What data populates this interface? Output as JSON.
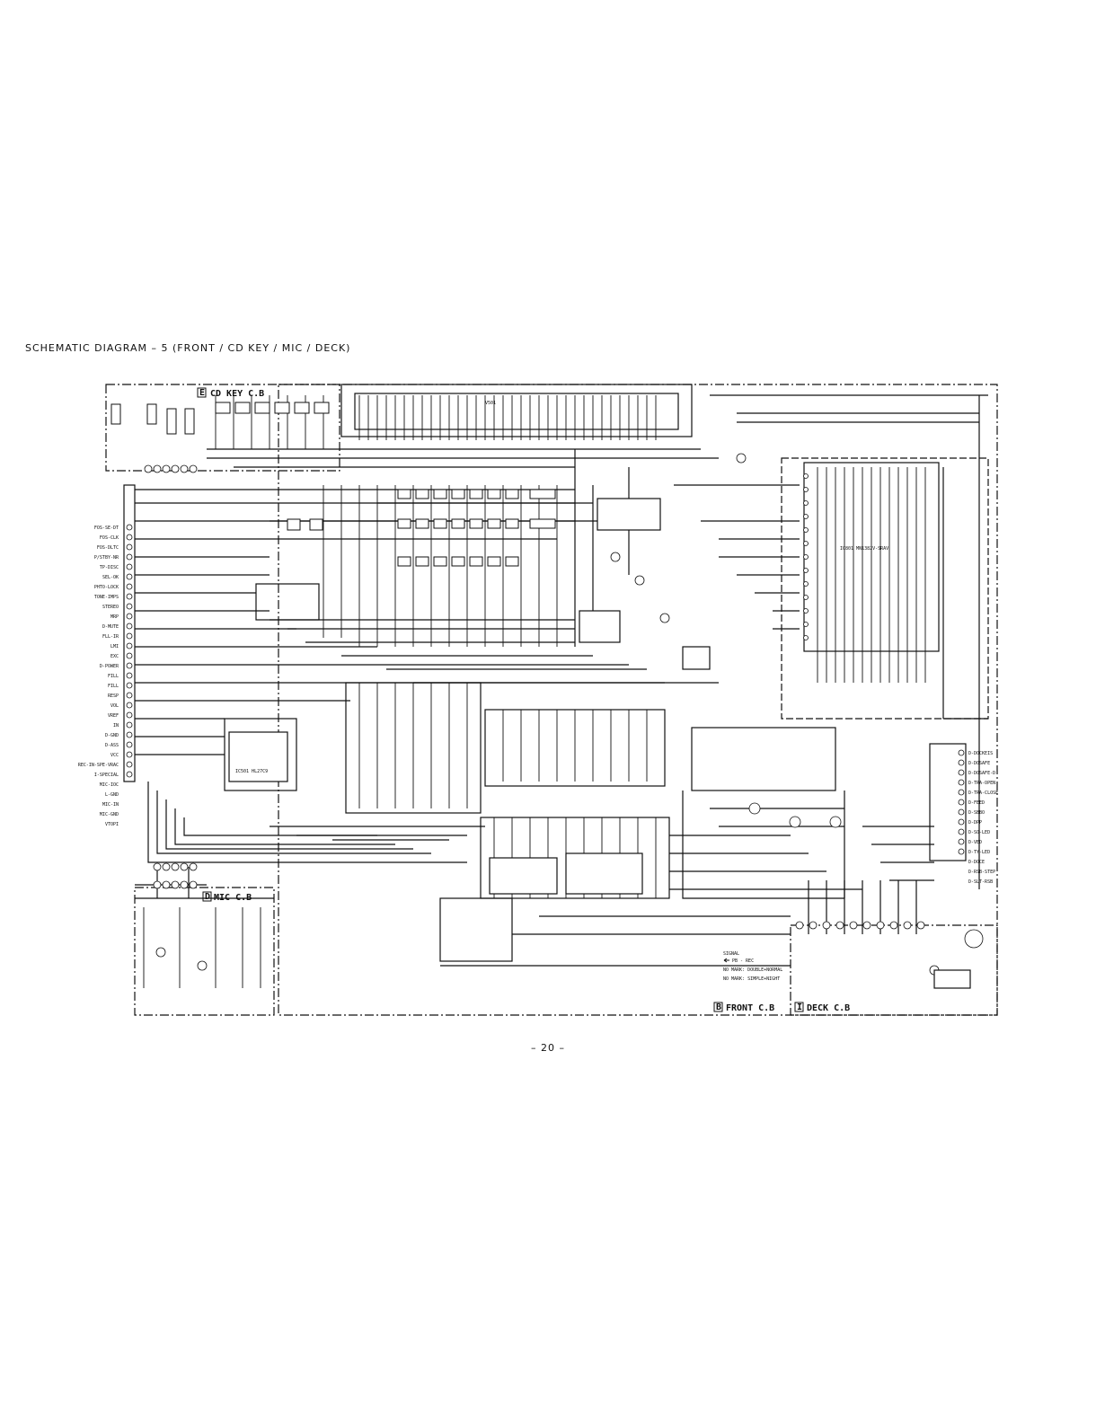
{
  "heading": "SCHEMATIC DIAGRAM – 5 (FRONT / CD KEY / MIC / DECK)",
  "page_number": "– 20 –",
  "boards": {
    "cd_key": {
      "letter": "E",
      "name": "CD KEY C.B"
    },
    "mic": {
      "letter": "D",
      "name": "MIC C.B"
    },
    "front": {
      "letter": "B",
      "name": "FRONT C.B"
    },
    "deck": {
      "letter": "I",
      "name": "DECK C.B"
    }
  },
  "left_connector_pins": [
    "FOS-SE-DT",
    "FOS-CLK",
    "FOS-DLTC",
    "P/STBY-NR",
    "TP-DISC",
    "SEL-OK",
    "PHTO-LOCK",
    "TONE-IMPS",
    "STEREO",
    "MRP",
    "D-MUTE",
    "FLL-IR",
    "LMI",
    "EXC",
    "D-POWER",
    "FILL",
    "FILL",
    "RESP",
    "VOL",
    "VREF",
    "IN",
    "D-GND",
    "D-ASS",
    "VCC",
    "REC-IN-SPE-VRAC",
    "I-SPECIAL",
    "MIC-IOC",
    "L-GND",
    "MIC-IN",
    "MIC-GND",
    "VTOPI"
  ],
  "right_connector_pins": [
    "D-DOCKEIS",
    "D-DOSAFE",
    "D-DOSAFE-D",
    "D-TRA-OPEN",
    "D-TRA-CLOSE",
    "D-FEED",
    "D-SBBO",
    "D-DPP",
    "D-SO-LED",
    "D-VED",
    "D-TY-LED",
    "D-DOCE",
    "D-RSB-STEP",
    "D-SLT-RSB"
  ],
  "deck_notes": {
    "title": "SIGNAL",
    "lines": [
      "PB - REC",
      "NO MARK: DOUBLE+NORMAL",
      "NO MARK: SIMPLE+NIGHT"
    ]
  },
  "ic_labels": {
    "main_mcu": "IC801 MN1382V-SRAV",
    "front_ic": "IC501 HL27C9",
    "vfd": "V501"
  }
}
